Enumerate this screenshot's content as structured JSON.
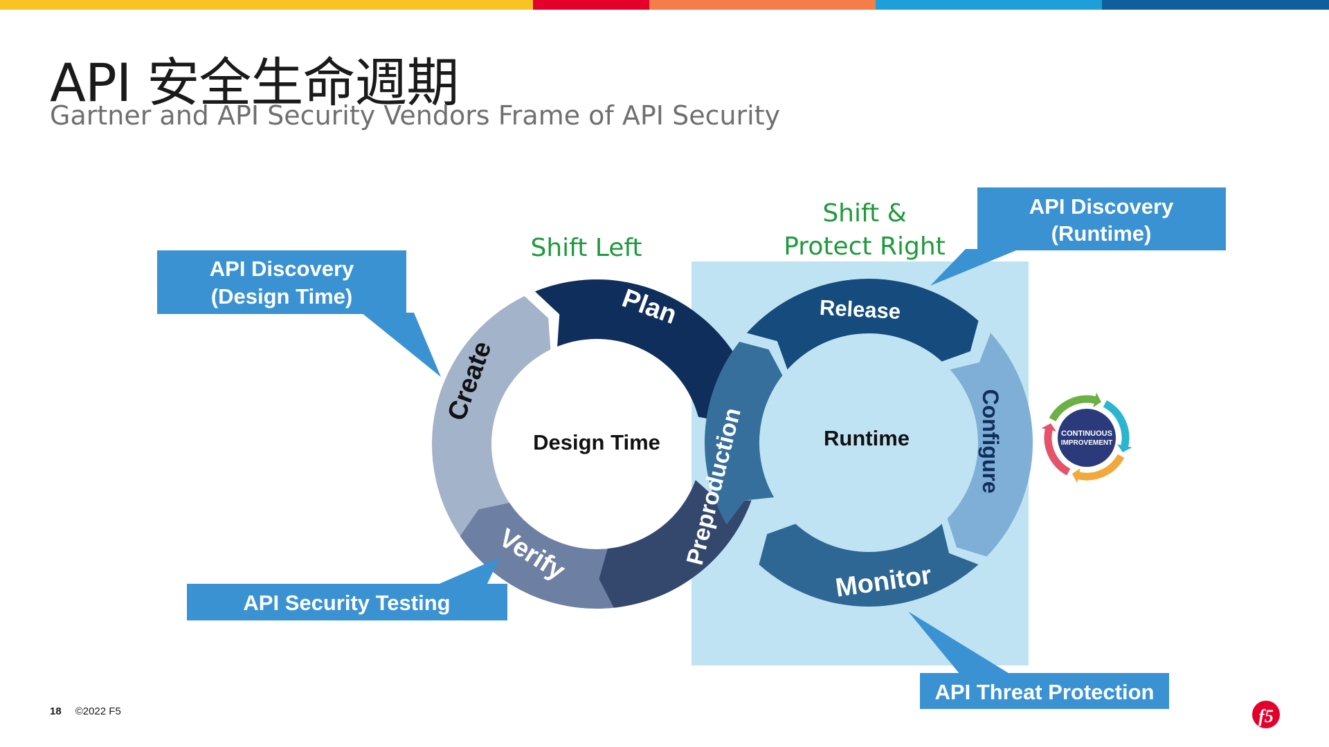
{
  "slide": {
    "title": "API 安全生命週期",
    "subtitle": "Gartner and API Security Vendors Frame of API Security",
    "page_number": "18",
    "copyright": "©2022 F5",
    "logo_text": "f5"
  },
  "colors": {
    "top_bar": [
      "#F7C325",
      "#E4002B",
      "#F47D4A",
      "#1F9FDA",
      "#0E5F9C"
    ],
    "callout_blue": "#3A92D3",
    "runtime_panel": "#BFE3F3",
    "shift_green": "#1E9A3C",
    "seg_plan": "#0F2E5C",
    "seg_create": "#A3B3CA",
    "seg_verify": "#6D7FA2",
    "seg_preprod_left": "#34486E",
    "seg_release": "#154B7D",
    "seg_configure": "#7FAFD6",
    "seg_monitor": "#2F6794",
    "seg_preprod_right": "#376F9C"
  },
  "diagram": {
    "shift_left": "Shift Left",
    "shift_right_line1": "Shift &",
    "shift_right_line2": "Protect Right",
    "design_time_center": "Design Time",
    "runtime_center": "Runtime",
    "segments": {
      "plan": "Plan",
      "create": "Create",
      "verify": "Verify",
      "preproduction": "Preproduction",
      "release": "Release",
      "configure": "Configure",
      "monitor": "Monitor"
    },
    "callouts": {
      "discovery_design_line1": "API Discovery",
      "discovery_design_line2": "(Design Time)",
      "discovery_runtime_line1": "API Discovery",
      "discovery_runtime_line2": "(Runtime)",
      "security_testing": "API Security Testing",
      "threat_protection": "API Threat Protection"
    },
    "badge": {
      "line1": "CONTINUOUS",
      "line2": "IMPROVEMENT",
      "ring_colors": [
        "#6DB046",
        "#2BB5CF",
        "#F2A93B",
        "#E5536A"
      ],
      "center_color": "#2B3A7A"
    }
  }
}
